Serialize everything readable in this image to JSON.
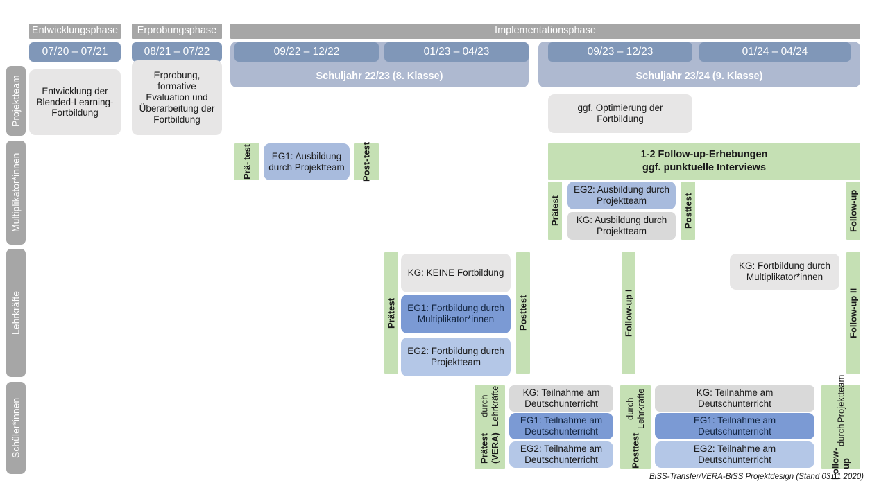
{
  "document": {
    "footer_note": "BiSS-Transfer/VERA-BiSS Projektdesign (Stand 03.11.2020)"
  },
  "colors": {
    "phase_grey": "#a6a6a6",
    "date_blue": "#8097b8",
    "year_band_blue": "#aeb9d0",
    "box_grey": "#e7e6e6",
    "box_grey_dark": "#d9d9d9",
    "blue_mid": "#a8bbdd",
    "blue_dark": "#7b9ad4",
    "blue_light": "#b4c7e7",
    "green": "#c5e0b4"
  },
  "phases": [
    {
      "label": "Entwicklungsphase"
    },
    {
      "label": "Erprobungsphase"
    },
    {
      "label": "Implementationsphase"
    }
  ],
  "periods": [
    {
      "label": "07/20 – 07/21"
    },
    {
      "label": "08/21 – 07/22"
    },
    {
      "label": "09/22 – 12/22"
    },
    {
      "label": "01/23 – 04/23"
    },
    {
      "label": "09/23 – 12/23"
    },
    {
      "label": "01/24 – 04/24"
    }
  ],
  "school_years": [
    {
      "label": "Schuljahr 22/23 (8. Klasse)"
    },
    {
      "label": "Schuljahr 23/24 (9. Klasse)"
    }
  ],
  "roles": [
    {
      "label": "Projektteam"
    },
    {
      "label": "Multiplikator*innen"
    },
    {
      "label": "Lehrkräfte"
    },
    {
      "label": "Schüler*innen"
    }
  ],
  "projektteam": {
    "entwicklung": "Entwicklung der Blended-Learning-Fortbildung",
    "erprobung": "Erprobung, formative Evaluation und Überarbeitung der Fortbildung",
    "optimierung": "ggf. Optimierung der Fortbildung"
  },
  "multiplikatoren": {
    "praetest_line1": "Prä-",
    "praetest_line2": "test",
    "posttest_line1": "Post-",
    "posttest_line2": "test",
    "eg1": "EG1: Ausbildung durch Projektteam",
    "followup_band_line1": "1-2 Follow-up-Erhebungen",
    "followup_band_line2": "ggf. punktuelle Interviews",
    "praetest2": "Prätest",
    "posttest2": "Posttest",
    "followup": "Follow-up",
    "eg2": "EG2: Ausbildung durch Projektteam",
    "kg": "KG: Ausbildung durch Projektteam"
  },
  "lehrkraefte": {
    "praetest": "Prätest",
    "posttest": "Posttest",
    "followup1": "Follow-up I",
    "followup2": "Follow-up II",
    "kg_keine": "KG:  KEINE Fortbildung",
    "eg1": "EG1: Fortbildung durch Multiplikator*innen",
    "eg2": "EG2: Fortbildung durch Projektteam",
    "kg_mult": "KG: Fortbildung durch Multiplikator*innen"
  },
  "schueler": {
    "praetest_main": "Prätest (VERA)",
    "praetest_sub": "durch Lehrkräfte",
    "posttest_main": "Posttest",
    "posttest_sub": "durch Lehrkräfte",
    "followup_main": "Follow-up",
    "followup_sub1": "durch",
    "followup_sub2": "Projektteam",
    "left_kg": "KG: Teilnahme am Deutschunterricht",
    "left_eg1": "EG1: Teilnahme am Deutschunterricht",
    "left_eg2": "EG2: Teilnahme am Deutschunterricht",
    "right_kg": "KG: Teilnahme am Deutschunterricht",
    "right_eg1": "EG1: Teilnahme am Deutschunterricht",
    "right_eg2": "EG2: Teilnahme am Deutschunterricht"
  }
}
